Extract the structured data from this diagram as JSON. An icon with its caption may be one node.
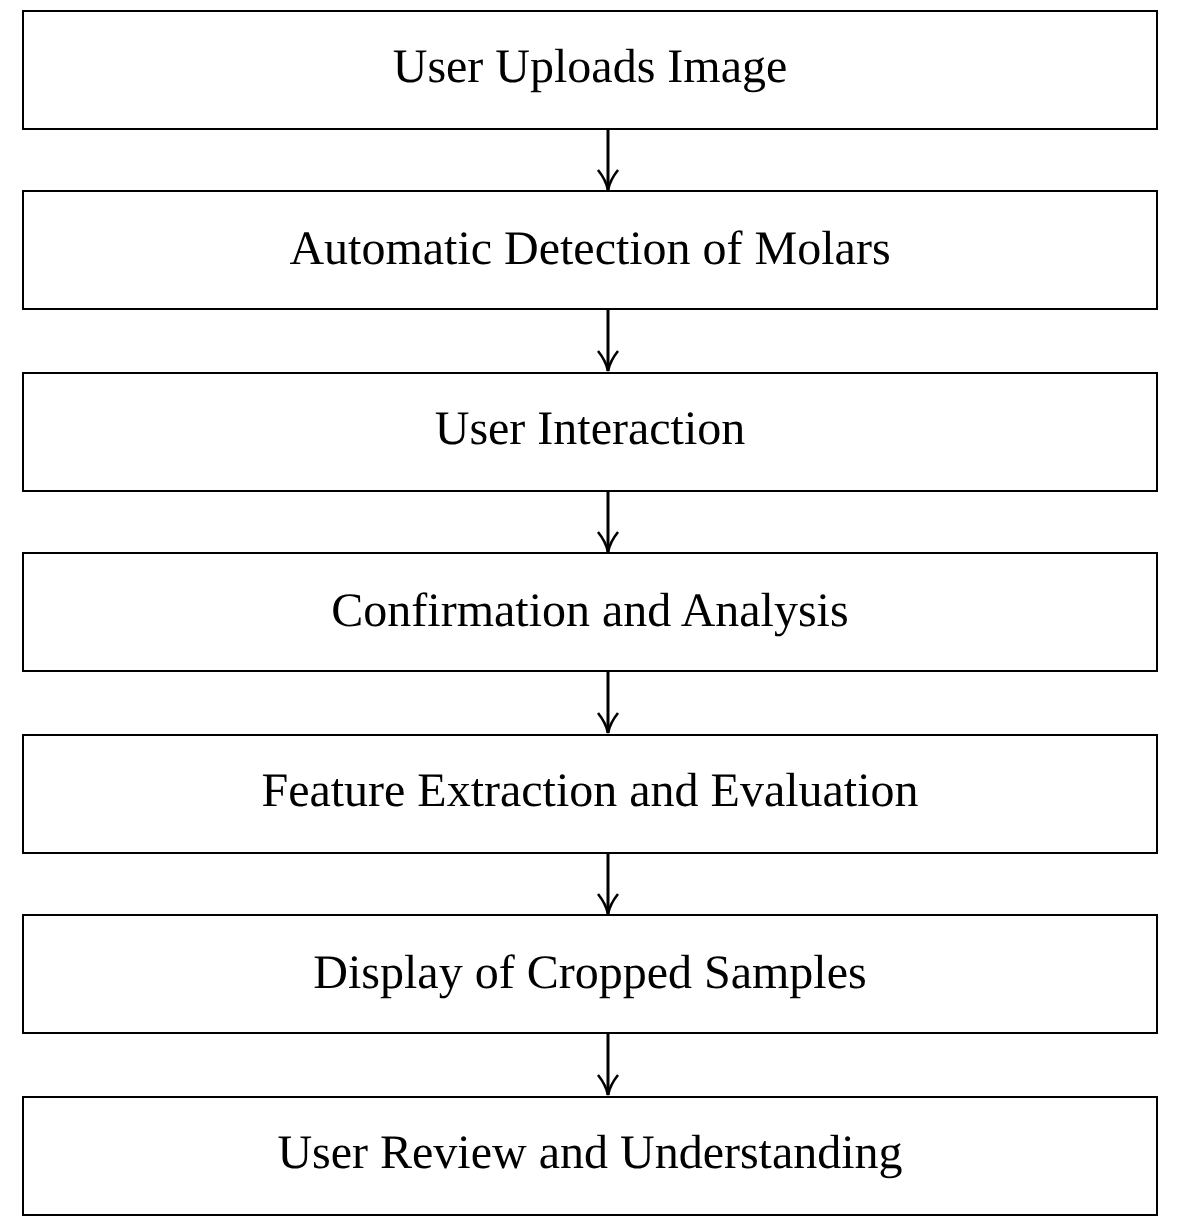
{
  "diagram": {
    "nodes": [
      {
        "text": [
          "User Uploads Image"
        ]
      },
      {
        "text": [
          "Automatic Detection of Molars"
        ]
      },
      {
        "text": [
          "User Interaction"
        ]
      },
      {
        "text": [
          "Confirmation and Analysis"
        ]
      },
      {
        "text": [
          "Feature Extraction and Evaluation"
        ]
      },
      {
        "text": [
          "Display of Cropped Samples"
        ]
      },
      {
        "text": [
          "User Review and Understanding"
        ]
      }
    ],
    "edges": [
      {
        "from": 0,
        "to": 1,
        "arrow": "to"
      },
      {
        "from": 1,
        "to": 2,
        "arrow": "to"
      },
      {
        "from": 2,
        "to": 3,
        "arrow": "to"
      },
      {
        "from": 3,
        "to": 4,
        "arrow": "to"
      },
      {
        "from": 4,
        "to": 5,
        "arrow": "to"
      },
      {
        "from": 5,
        "to": 6,
        "arrow": "to"
      }
    ]
  }
}
